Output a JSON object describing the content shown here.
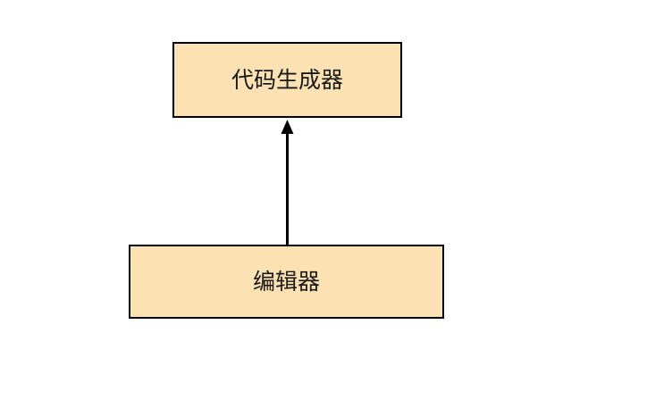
{
  "diagram": {
    "type": "flowchart",
    "background_color": "#ffffff",
    "node_fill_color": "#fce2b2",
    "node_border_color": "#000000",
    "text_color": "#1a1a1a",
    "arrow_color": "#000000",
    "nodes": [
      {
        "id": "code-generator",
        "label": "代码生成器"
      },
      {
        "id": "editor",
        "label": "编辑器"
      }
    ],
    "edges": [
      {
        "from": "editor",
        "to": "code-generator",
        "direction": "up",
        "style": "solid-line-filled-arrowhead"
      }
    ]
  }
}
